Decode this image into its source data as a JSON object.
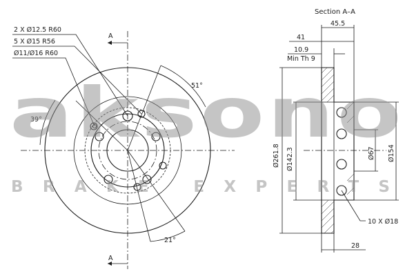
{
  "section_title": "Section A–A",
  "cut_labels": {
    "top": "A",
    "bottom": "A"
  },
  "front_view": {
    "hole_callouts": [
      "2 X Ø12.5 R60",
      "5 X Ø15 R56",
      "Ø11/Ø16 R60"
    ],
    "angles": {
      "a": "51°",
      "b": "39°",
      "c": "21°"
    }
  },
  "section_view": {
    "width_total": "45.5",
    "hat_depth": "41",
    "thickness": "10.9",
    "min_thickness": "Min Th 9",
    "outer_diameter": "Ø261.8",
    "hat_diameter": "Ø142.3",
    "center_bore": "Ø67",
    "hat_outer": "Ø154",
    "bolt_holes": "10 X Ø18",
    "flange": "28"
  },
  "watermark": {
    "brand": "aksono",
    "tagline": "BRAKE EXPERTS"
  }
}
